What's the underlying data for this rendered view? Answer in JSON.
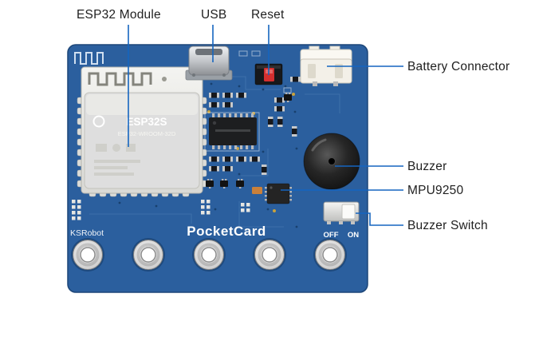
{
  "labels": {
    "esp32": "ESP32 Module",
    "usb": "USB",
    "reset": "Reset",
    "battery": "Battery Connector",
    "buzzer": "Buzzer",
    "mpu": "MPU9250",
    "buzzer_switch": "Buzzer Switch"
  },
  "board": {
    "brand": "KSRobot",
    "product": "PocketCard",
    "switch_off": "OFF",
    "switch_on": "ON",
    "module_line1": "ESP32S",
    "module_line2": "ESP32-WROOM-32D"
  },
  "colors": {
    "pcb": "#2b5f9e",
    "callout": "#1565c0",
    "label_text": "#1f1f1f"
  }
}
